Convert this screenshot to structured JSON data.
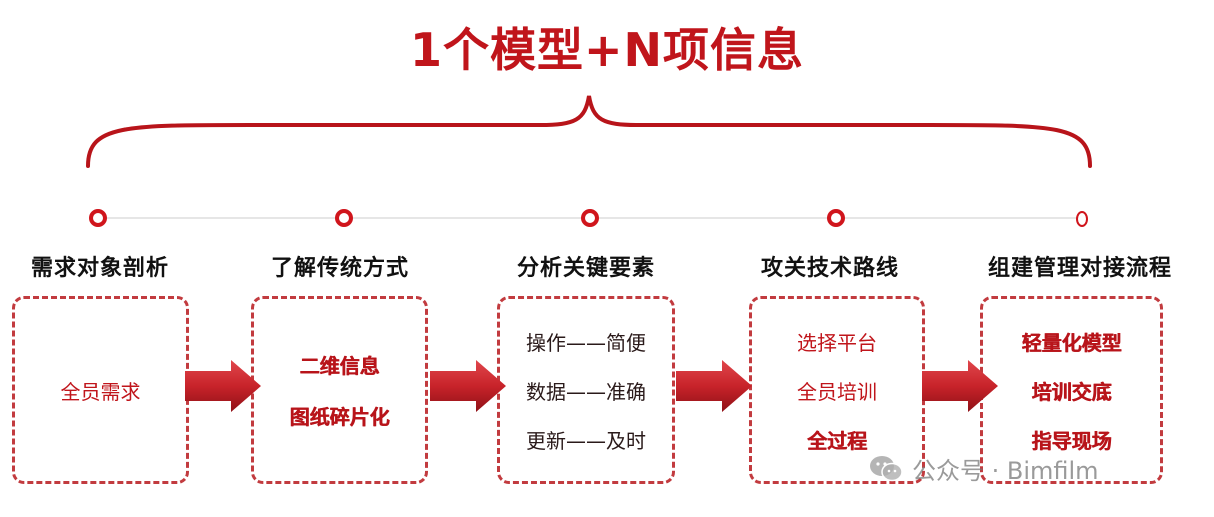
{
  "title": "1个模型+N项信息",
  "stages": [
    {
      "heading": "需求对象剖析",
      "items": [
        {
          "text": "全员需求",
          "style": "plain"
        }
      ]
    },
    {
      "heading": "了解传统方式",
      "items": [
        {
          "text": "二维信息",
          "style": "bold"
        },
        {
          "text": "图纸碎片化",
          "style": "bold"
        }
      ]
    },
    {
      "heading": "分析关键要素",
      "items": [
        {
          "text": "操作——简便",
          "style": "dark"
        },
        {
          "text": "数据——准确",
          "style": "dark"
        },
        {
          "text": "更新——及时",
          "style": "dark"
        }
      ]
    },
    {
      "heading": "攻关技术路线",
      "items": [
        {
          "text": "选择平台",
          "style": "plain"
        },
        {
          "text": "全员培训",
          "style": "plain"
        },
        {
          "text": "全过程",
          "style": "bold"
        }
      ]
    },
    {
      "heading": "组建管理对接流程",
      "items": [
        {
          "text": "轻量化模型",
          "style": "bold"
        },
        {
          "text": "培训交底",
          "style": "bold"
        },
        {
          "text": "指导现场",
          "style": "bold"
        }
      ]
    }
  ],
  "watermark": {
    "text": "公众号 · Bimfilm",
    "icon": "wechat-icon"
  },
  "colors": {
    "accent": "#c0151b",
    "arrow": "#c8232a",
    "dashed_border": "#c23b3f"
  }
}
